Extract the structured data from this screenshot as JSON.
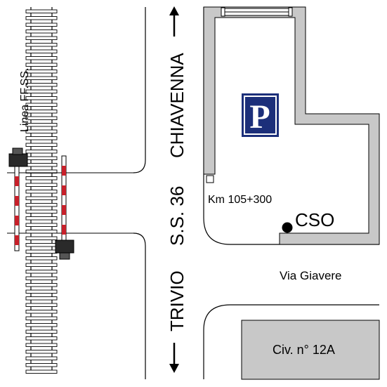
{
  "railway": {
    "label": "Linea FF.SS."
  },
  "road_main": {
    "north_label": "CHIAVENNA",
    "code_label": "S.S. 36",
    "south_label": "TRIVIO"
  },
  "side_road": {
    "label": "Via Giavere"
  },
  "parking": {
    "sign_letter": "P",
    "sign_color": "#1c2f7a",
    "km_label": "Km 105+300",
    "marker_label": "CSO",
    "area_color": "#c8c8c8"
  },
  "building": {
    "label": "Civ. n° 12A",
    "color": "#c8c8c8"
  },
  "colors": {
    "signal_red": "#c8202a",
    "signal_body": "#2a2a2a"
  }
}
